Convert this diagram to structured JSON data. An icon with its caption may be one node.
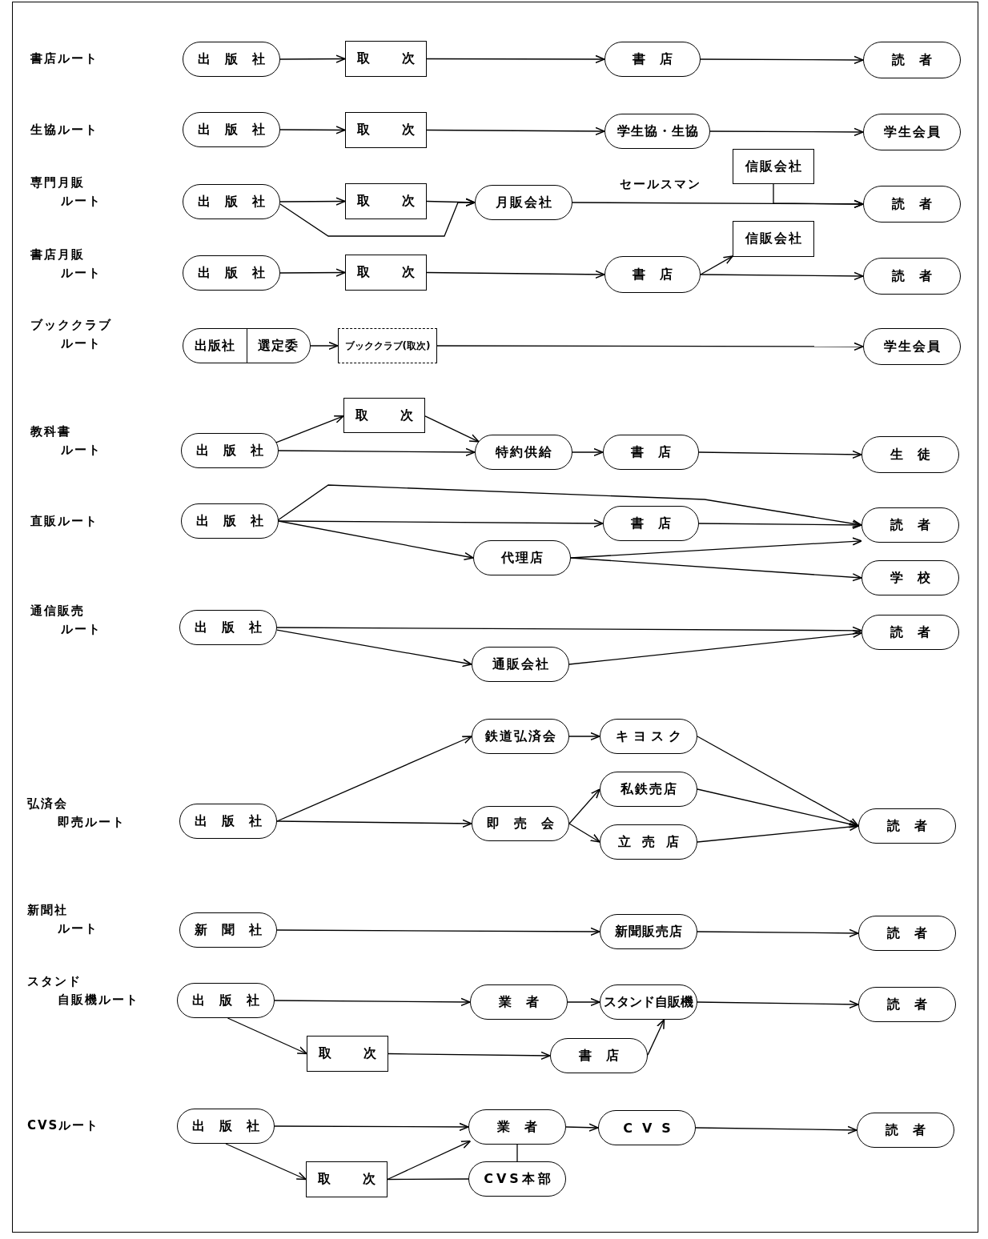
{
  "diagram": {
    "nodes": [
      {
        "text": [
          "出版社"
        ]
      },
      {
        "text": [
          "取次"
        ]
      },
      {
        "text": [
          "書店"
        ]
      },
      {
        "text": [
          "読者"
        ]
      },
      {
        "text": [
          "出版社"
        ]
      },
      {
        "text": [
          "取次"
        ]
      },
      {
        "text": [
          "学生協・生協"
        ]
      },
      {
        "text": [
          "学生会員"
        ]
      },
      {
        "text": [
          "出版社"
        ]
      },
      {
        "text": [
          "取次"
        ]
      },
      {
        "text": [
          "月販会社"
        ]
      },
      {
        "text": [
          "信販会社"
        ]
      },
      {
        "text": [
          "読者"
        ]
      },
      {
        "text": [
          "出版社"
        ]
      },
      {
        "text": [
          "取次"
        ]
      },
      {
        "text": [
          "書店"
        ]
      },
      {
        "text": [
          "信販会社"
        ]
      },
      {
        "text": [
          "読者"
        ]
      },
      {
        "text": [
          "出版社",
          "選定委"
        ]
      },
      {
        "text": [
          "ブッククラブ(取次)"
        ]
      },
      {
        "text": [
          "学生会員"
        ]
      },
      {
        "text": [
          "取次"
        ]
      },
      {
        "text": [
          "出版社"
        ]
      },
      {
        "text": [
          "特約供給"
        ]
      },
      {
        "text": [
          "書店"
        ]
      },
      {
        "text": [
          "生徒"
        ]
      },
      {
        "text": [
          "出版社"
        ]
      },
      {
        "text": [
          "書店"
        ]
      },
      {
        "text": [
          "代理店"
        ]
      },
      {
        "text": [
          "読者"
        ]
      },
      {
        "text": [
          "学校"
        ]
      },
      {
        "text": [
          "出版社"
        ]
      },
      {
        "text": [
          "通販会社"
        ]
      },
      {
        "text": [
          "読者"
        ]
      },
      {
        "text": [
          "鉄道弘済会"
        ]
      },
      {
        "text": [
          "キヨスク"
        ]
      },
      {
        "text": [
          "出版社"
        ]
      },
      {
        "text": [
          "即売会"
        ]
      },
      {
        "text": [
          "私鉄売店"
        ]
      },
      {
        "text": [
          "立売店"
        ]
      },
      {
        "text": [
          "読者"
        ]
      },
      {
        "text": [
          "新聞社"
        ]
      },
      {
        "text": [
          "新聞販売店"
        ]
      },
      {
        "text": [
          "読者"
        ]
      },
      {
        "text": [
          "出版社"
        ]
      },
      {
        "text": [
          "業者"
        ]
      },
      {
        "text": [
          "スタンド自販機"
        ]
      },
      {
        "text": [
          "読者"
        ]
      },
      {
        "text": [
          "取次"
        ]
      },
      {
        "text": [
          "書店"
        ]
      },
      {
        "text": [
          "出版社"
        ]
      },
      {
        "text": [
          "業者"
        ]
      },
      {
        "text": [
          "CVS"
        ]
      },
      {
        "text": [
          "読者"
        ]
      },
      {
        "text": [
          "取次"
        ]
      },
      {
        "text": [
          "CVS本部"
        ]
      }
    ],
    "edges": [
      {
        "from": 0,
        "to": 1,
        "arrow": "to"
      },
      {
        "from": 1,
        "to": 2,
        "arrow": "to"
      },
      {
        "from": 2,
        "to": 3,
        "arrow": "to"
      },
      {
        "from": 4,
        "to": 5,
        "arrow": "to"
      },
      {
        "from": 5,
        "to": 6,
        "arrow": "to"
      },
      {
        "from": 6,
        "to": 7,
        "arrow": "to"
      },
      {
        "from": 8,
        "to": 9,
        "arrow": "to"
      },
      {
        "from": 9,
        "to": 10,
        "arrow": "to"
      },
      {
        "from": 8,
        "to": 10,
        "arrow": "to"
      },
      {
        "from": 10,
        "to": 12,
        "arrow": "to",
        "label": "セールスマン"
      },
      {
        "from": 11,
        "to": 12,
        "arrow": "to"
      },
      {
        "from": 13,
        "to": 14,
        "arrow": "to"
      },
      {
        "from": 14,
        "to": 15,
        "arrow": "to"
      },
      {
        "from": 15,
        "to": 17,
        "arrow": "to"
      },
      {
        "from": 15,
        "to": 16,
        "arrow": "to"
      },
      {
        "from": 18,
        "to": 19,
        "arrow": "to"
      },
      {
        "from": 19,
        "to": 20,
        "arrow": "to"
      },
      {
        "from": 22,
        "to": 21,
        "arrow": "to"
      },
      {
        "from": 21,
        "to": 23,
        "arrow": "to"
      },
      {
        "from": 22,
        "to": 23,
        "arrow": "to"
      },
      {
        "from": 23,
        "to": 24,
        "arrow": "to"
      },
      {
        "from": 24,
        "to": 25,
        "arrow": "to"
      },
      {
        "from": 26,
        "to": 29,
        "arrow": "to"
      },
      {
        "from": 26,
        "to": 27,
        "arrow": "to"
      },
      {
        "from": 27,
        "to": 29,
        "arrow": "to"
      },
      {
        "from": 26,
        "to": 28,
        "arrow": "to"
      },
      {
        "from": 28,
        "to": 29,
        "arrow": "to"
      },
      {
        "from": 28,
        "to": 30,
        "arrow": "to"
      },
      {
        "from": 31,
        "to": 33,
        "arrow": "to"
      },
      {
        "from": 31,
        "to": 32,
        "arrow": "to"
      },
      {
        "from": 32,
        "to": 33,
        "arrow": "to"
      },
      {
        "from": 36,
        "to": 34,
        "arrow": "to"
      },
      {
        "from": 36,
        "to": 37,
        "arrow": "to"
      },
      {
        "from": 34,
        "to": 35,
        "arrow": "to"
      },
      {
        "from": 35,
        "to": 40,
        "arrow": "to"
      },
      {
        "from": 37,
        "to": 38,
        "arrow": "to"
      },
      {
        "from": 37,
        "to": 39,
        "arrow": "to"
      },
      {
        "from": 38,
        "to": 40,
        "arrow": "to"
      },
      {
        "from": 39,
        "to": 40,
        "arrow": "to"
      },
      {
        "from": 41,
        "to": 42,
        "arrow": "to"
      },
      {
        "from": 42,
        "to": 43,
        "arrow": "to"
      },
      {
        "from": 44,
        "to": 45,
        "arrow": "to"
      },
      {
        "from": 45,
        "to": 46,
        "arrow": "to"
      },
      {
        "from": 46,
        "to": 47,
        "arrow": "to"
      },
      {
        "from": 44,
        "to": 48,
        "arrow": "to"
      },
      {
        "from": 48,
        "to": 49,
        "arrow": "to"
      },
      {
        "from": 49,
        "to": 46,
        "arrow": "to"
      },
      {
        "from": 50,
        "to": 51,
        "arrow": "to"
      },
      {
        "from": 51,
        "to": 52,
        "arrow": "to"
      },
      {
        "from": 52,
        "to": 53,
        "arrow": "to"
      },
      {
        "from": 50,
        "to": 54,
        "arrow": "to"
      },
      {
        "from": 54,
        "to": 51,
        "arrow": "to"
      },
      {
        "from": 54,
        "to": 55,
        "arrow": "none"
      },
      {
        "from": 51,
        "to": 55,
        "arrow": "none"
      }
    ],
    "labels": [
      "書店ルート",
      "生協ルート",
      "専門月販ルート",
      "書店月販ルート",
      "ブッククラブルート",
      "教科書ルート",
      "直販ルート",
      "通信販売ルート",
      "弘済会即売ルート",
      "新聞社ルート",
      "スタンド自販機ルート",
      "CVSルート"
    ]
  }
}
